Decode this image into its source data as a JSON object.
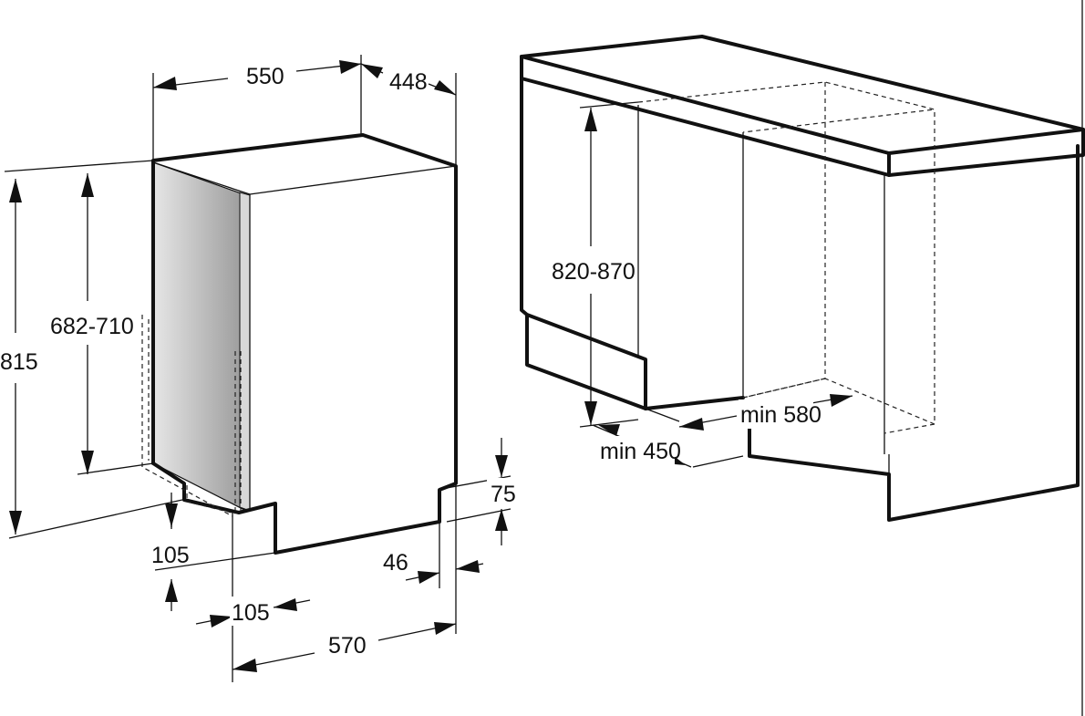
{
  "dishwasher": {
    "dimensions": {
      "width": "550",
      "depth": "448",
      "height_total": "815",
      "height_range": "682-710",
      "plinth_height": "105",
      "plinth_depth": "105",
      "base_recess": "75",
      "rear_offset": "46",
      "door_open_depth": "570"
    }
  },
  "niche": {
    "dimensions": {
      "height": "820-870",
      "min_width": "min 450",
      "min_depth": "min 580"
    }
  },
  "colors": {
    "stroke": "#111111",
    "panel_light": "#e6e6e6",
    "panel_dark": "#9a9a9a"
  }
}
